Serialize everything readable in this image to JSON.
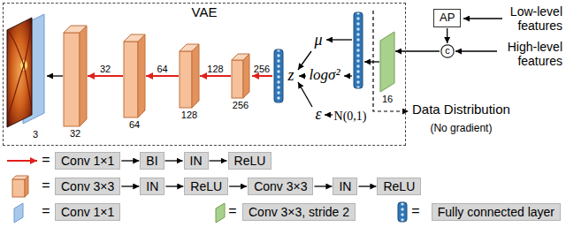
{
  "diagram": {
    "nodes": [
      {
        "text": [
          "VAE"
        ]
      },
      {
        "text": [
          "3"
        ],
        "in": 0
      },
      {
        "text": [
          "32"
        ],
        "in": 0
      },
      {
        "text": [
          "64"
        ],
        "in": 0
      },
      {
        "text": [
          "128"
        ],
        "in": 0
      },
      {
        "text": [
          "256"
        ],
        "in": 0
      },
      {
        "text": [
          "16"
        ],
        "in": 0
      },
      {
        "text": [
          "AP"
        ]
      },
      {
        "text": [
          "c"
        ]
      },
      {
        "text": [
          "Conv 1×1"
        ]
      },
      {
        "text": [
          "BI"
        ]
      },
      {
        "text": [
          "IN"
        ]
      },
      {
        "text": [
          "ReLU"
        ]
      },
      {
        "text": [
          "Conv 3×3"
        ]
      },
      {
        "text": [
          "IN"
        ]
      },
      {
        "text": [
          "ReLU"
        ]
      },
      {
        "text": [
          "Conv 3×3"
        ]
      },
      {
        "text": [
          "IN"
        ]
      },
      {
        "text": [
          "ReLU"
        ]
      },
      {
        "text": [
          "Conv 1×1"
        ]
      },
      {
        "text": [
          "Conv 3×3, stride 2"
        ]
      },
      {
        "text": [
          "Fully connected layer"
        ]
      }
    ],
    "edges": [
      {
        "from": 2,
        "to": 1,
        "arrow": "to"
      },
      {
        "from": 3,
        "to": 2,
        "label": "32",
        "arrow": "to"
      },
      {
        "from": 4,
        "to": 3,
        "label": "64",
        "arrow": "to"
      },
      {
        "from": 5,
        "to": 4,
        "label": "128",
        "arrow": "to"
      },
      {
        "from": 7,
        "to": 8,
        "arrow": "to"
      },
      {
        "from": 8,
        "to": 6,
        "arrow": "to"
      },
      {
        "from": 9,
        "to": 10,
        "arrow": "to"
      },
      {
        "from": 10,
        "to": 11,
        "arrow": "to"
      },
      {
        "from": 11,
        "to": 12,
        "arrow": "to"
      },
      {
        "from": 13,
        "to": 14,
        "arrow": "to"
      },
      {
        "from": 14,
        "to": 15,
        "arrow": "to"
      },
      {
        "from": 15,
        "to": 16,
        "arrow": "to"
      },
      {
        "from": 16,
        "to": 17,
        "arrow": "to"
      },
      {
        "from": 17,
        "to": 18,
        "arrow": "to"
      }
    ],
    "labels": [
      "256",
      "z",
      "μ",
      "logσ²",
      "ε",
      "N(0,1)",
      "Low-level features",
      "High-level features",
      "Data Distribution",
      "(No gradient)",
      "=",
      "=",
      "=",
      "=",
      "="
    ]
  }
}
